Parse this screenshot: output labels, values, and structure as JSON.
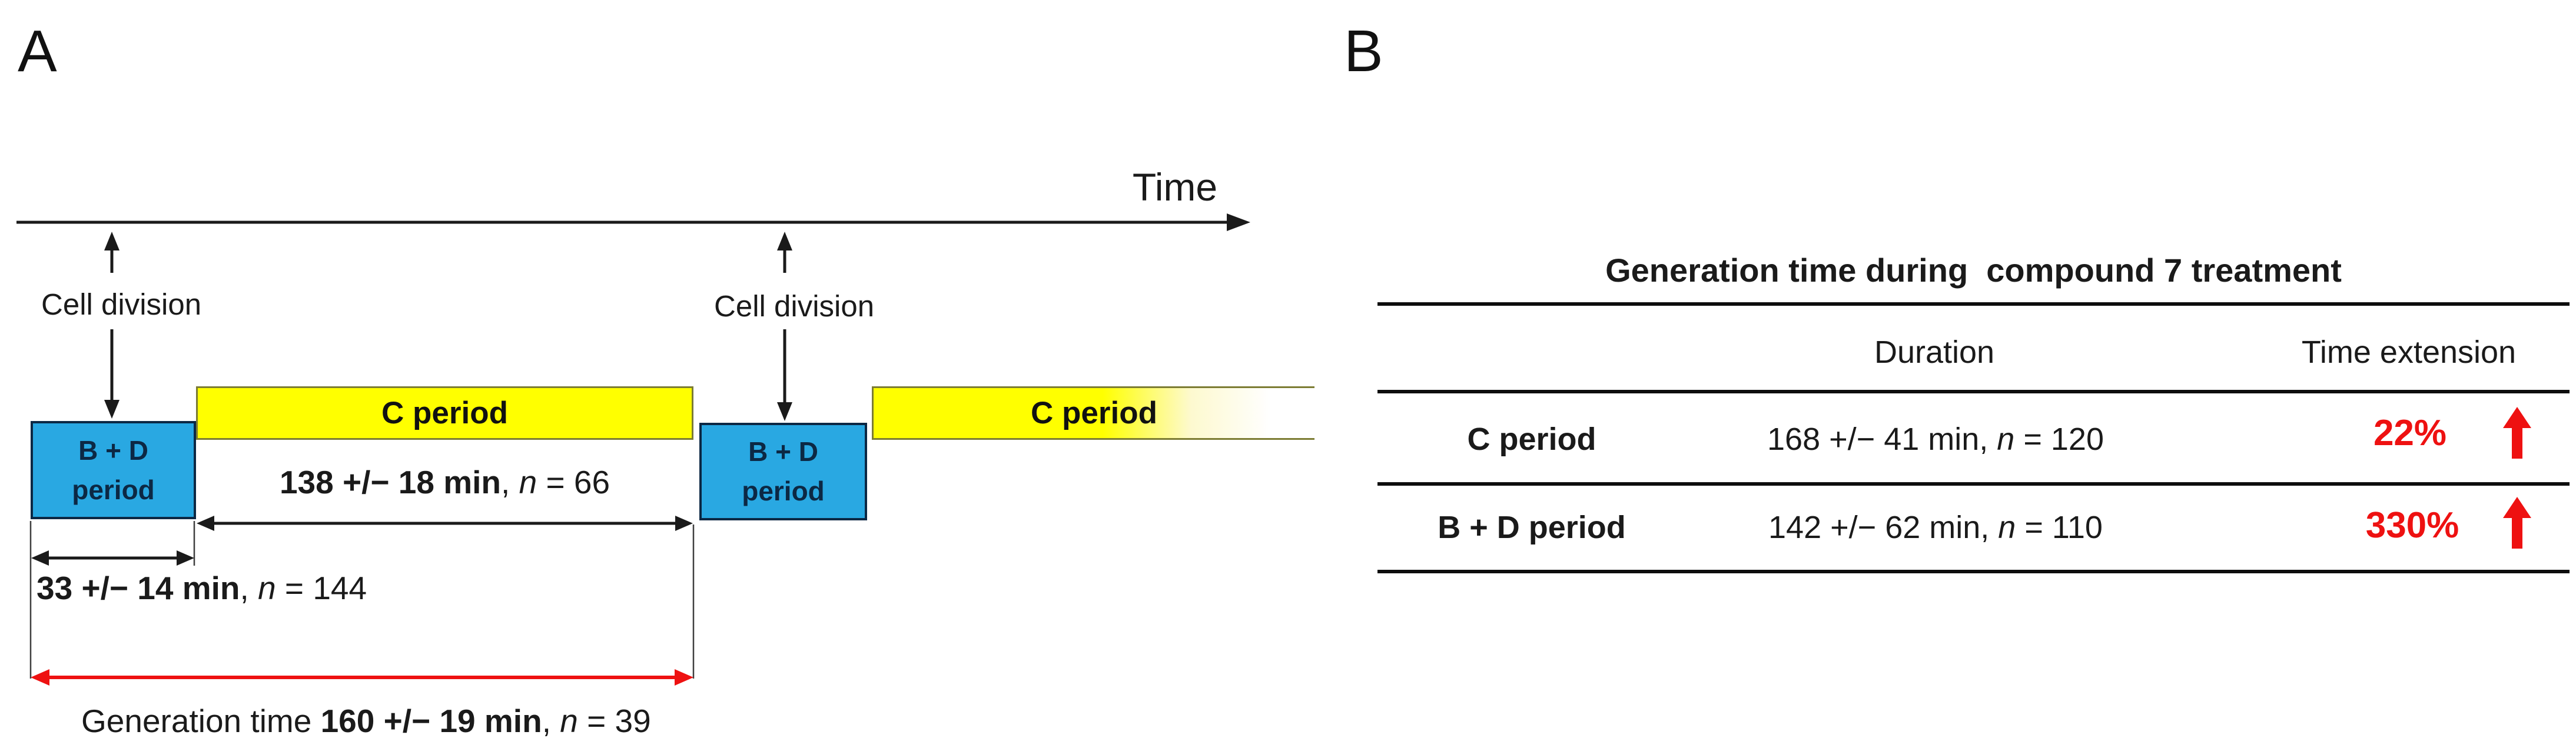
{
  "colors": {
    "box_blue": "#29a8e2",
    "box_blue_text": "#0c2844",
    "box_yellow": "#ffff00",
    "accent_red": "#ee1111",
    "line_black": "#1a1a1a"
  },
  "panel_a": {
    "label": "A",
    "time_axis_label": "Time",
    "cell_division_1": "Cell division",
    "cell_division_2": "Cell division",
    "boxes": {
      "bd_period_1": {
        "line1": "B + D",
        "line2": "period"
      },
      "c_period_1": "C period",
      "bd_period_2": {
        "line1": "B + D",
        "line2": "period"
      },
      "c_period_2": "C period"
    },
    "measurements": {
      "c_period": [
        {
          "t": "138 +/− 18 min",
          "b": true
        },
        {
          "t": ", "
        },
        {
          "t": "n",
          "i": true
        },
        {
          "t": " = 66"
        }
      ],
      "bd_period": [
        {
          "t": "33 +/− 14 min",
          "b": true
        },
        {
          "t": ", "
        },
        {
          "t": "n",
          "i": true
        },
        {
          "t": " = 144"
        }
      ],
      "generation_time": [
        {
          "t": "Generation time "
        },
        {
          "t": "160 +/− 19 min",
          "b": true
        },
        {
          "t": ", "
        },
        {
          "t": "n",
          "i": true
        },
        {
          "t": " = 39"
        }
      ]
    }
  },
  "panel_b": {
    "label": "B",
    "table": {
      "title": "Generation time during  compound 7 treatment",
      "columns": [
        "Duration",
        "Time extension"
      ],
      "rows": [
        {
          "name": "C period",
          "duration": [
            {
              "t": "168 +/− 41 min, "
            },
            {
              "t": "n",
              "i": true
            },
            {
              "t": " = 120"
            }
          ],
          "time_extension": "22%",
          "direction": "up"
        },
        {
          "name": "B + D period",
          "duration": [
            {
              "t": "142 +/− 62 min, "
            },
            {
              "t": "n",
              "i": true
            },
            {
              "t": " = 110"
            }
          ],
          "time_extension": "330%",
          "direction": "up"
        }
      ]
    }
  }
}
